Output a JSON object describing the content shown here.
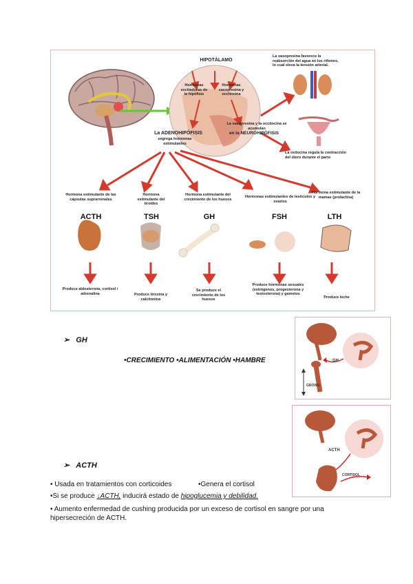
{
  "diagram": {
    "hipotalamo": "HIPOTÁLAMO",
    "hormonas_excitadoras": "Hormonas excitadoras de la hipófisis",
    "hormonas_vasopresina": "Hormonas vasopresina y occitocina",
    "adenohipofisis_1": "La ADENOHIPÓFISIS",
    "adenohipofisis_2": "segrega hormonas estimulantes",
    "neurohipofisis_1": "La vasopresina y la occitocina se acumulan",
    "neurohipofisis_2": "en la NEUROHIPÓFISIS",
    "vasopresina_note": "La vasopresina favorece la reabsorción del agua en los riñones, lo cual eleva la tensión arterial.",
    "oxitocina_note": "La oxitocina regula la contracción del útero durante el parto",
    "hormones": [
      {
        "desc": "Hormona estimulante de las cápsulas suprarrenales",
        "code": "ACTH",
        "product": "Produce aldosterona, cortisol i adrenalina"
      },
      {
        "desc": "Hormona estimulante del tiroides",
        "code": "TSH",
        "product": "Produce tiroxina y calcitonina"
      },
      {
        "desc": "Hormona estimulante del crecimiento de los huesos",
        "code": "GH",
        "product": "Se produce el crecimiento de los huesos"
      },
      {
        "desc": "Hormonas estimulantes de testículos y ovarios",
        "code": "FSH",
        "product": "Produce hormonas sexuales (estrógenos, progesterona y testosterona) y gametos"
      },
      {
        "desc": "Hormona estimulante de la mamas (prolactina)",
        "code": "LTH",
        "product": "Produce leche"
      }
    ]
  },
  "gh": {
    "marker": "➢",
    "title": "GH",
    "keywords": "•CRECIMIENTO •ALIMENTACIÓN •HAMBRE",
    "fig_label_gh": "GH",
    "fig_label_growth": "GROWS"
  },
  "acth": {
    "marker": "➢",
    "title": "ACTH",
    "fig_label_acth": "ACTH",
    "fig_label_cortisol": "CORTISOL",
    "line1_a": "• Usada en tratamientos con corticoides",
    "line1_b": "•Genera el cortisol",
    "line2_a": "•Si se produce ",
    "line2_b": "↓ACTH,",
    "line2_c": " inducirá estado de ",
    "line2_d": "hipoglucemia y debilidad.",
    "line3": "• Aumento enfermedad de cushing producida por un exceso de cortisol en sangre por una hipersecreción de ACTH."
  }
}
